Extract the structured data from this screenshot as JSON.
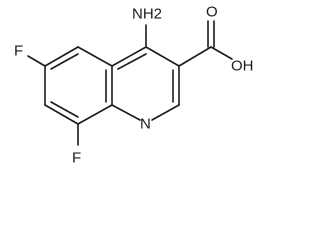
{
  "molecule": {
    "labels": {
      "nh2": "NH2",
      "cooh_o": "O",
      "cooh_oh": "OH",
      "ring_n": "N",
      "f6": "F",
      "f8": "F"
    }
  }
}
